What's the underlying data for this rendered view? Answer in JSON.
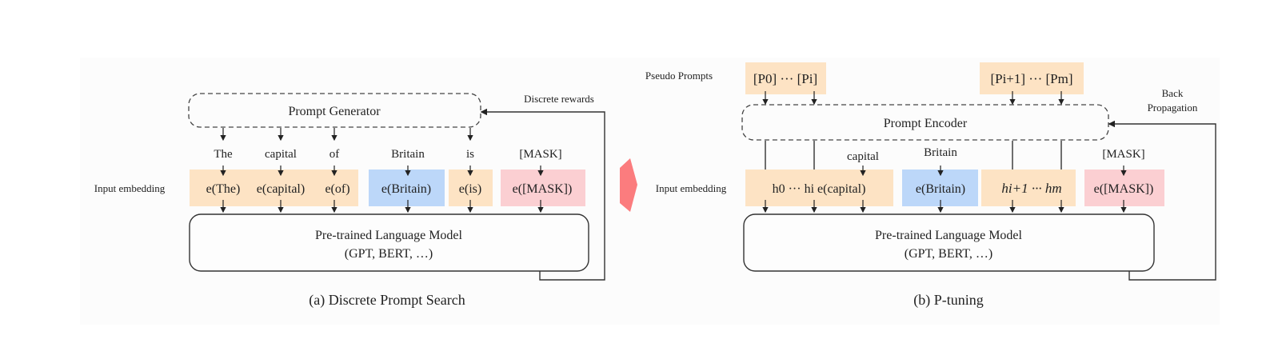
{
  "colors": {
    "prompt_token": "#fde3c4",
    "context_token": "#bcd7f9",
    "mask_token": "#fbcfd2",
    "transition_arrow": "#fb7c7e",
    "line": "#333333"
  },
  "left": {
    "generator_label": "Prompt Generator",
    "feedback_label": "Discrete rewards",
    "row_label": "Input embedding",
    "tokens": [
      "The",
      "capital",
      "of",
      "Britain",
      "is",
      "[MASK]"
    ],
    "embeddings": [
      "e(The)",
      "e(capital)",
      "e(of)",
      "e(Britain)",
      "e(is)",
      "e([MASK])"
    ],
    "model_title": "Pre-trained Language Model",
    "model_subtitle": "(GPT, BERT, …)",
    "caption": "(a) Discrete Prompt Search"
  },
  "right": {
    "pseudo_label": "Pseudo Prompts",
    "pseudo_groups": [
      "[P0] ··· [Pi]",
      "[Pi+1] ··· [Pm]"
    ],
    "encoder_label": "Prompt Encoder",
    "feedback_label_line1": "Back",
    "feedback_label_line2": "Propagation",
    "row_label": "Input embedding",
    "tokens": [
      "capital",
      "Britain",
      "[MASK]"
    ],
    "embeddings": [
      "h0 ··· hi e(capital)",
      "e(Britain)",
      "hi+1 ··· hm",
      "e([MASK])"
    ],
    "model_title": "Pre-trained Language Model",
    "model_subtitle": "(GPT, BERT, …)",
    "caption": "(b) P-tuning"
  }
}
